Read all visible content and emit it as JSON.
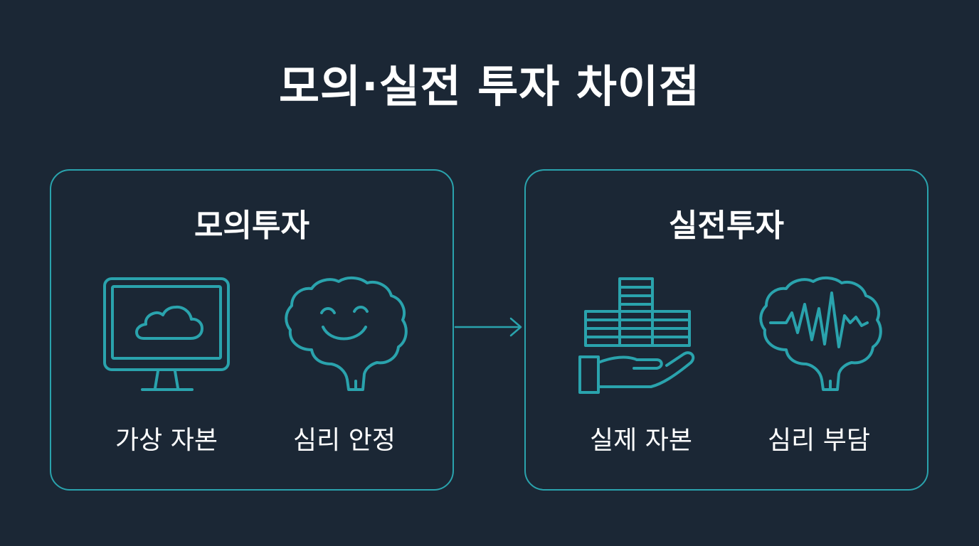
{
  "title": "모의·실전 투자 차이점",
  "left_panel": {
    "title": "모의투자",
    "items": [
      {
        "label": "가상 자본",
        "icon": "monitor-cloud-icon"
      },
      {
        "label": "심리 안정",
        "icon": "smiling-brain-icon"
      }
    ]
  },
  "right_panel": {
    "title": "실전투자",
    "items": [
      {
        "label": "실제 자본",
        "icon": "hand-money-stack-icon"
      },
      {
        "label": "심리 부담",
        "icon": "brain-heartbeat-icon"
      }
    ]
  },
  "colors": {
    "background": "#1b2735",
    "accent": "#2aa3ad",
    "text": "#ffffff"
  }
}
